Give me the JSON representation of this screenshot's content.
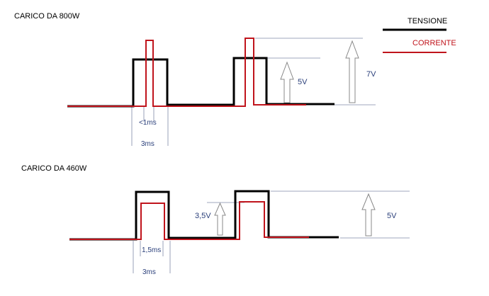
{
  "legend": {
    "voltage_label": "TENSIONE",
    "current_label": "CORRENTE",
    "voltage_color": "#000000",
    "current_color": "#c0141c"
  },
  "panel_top": {
    "title": "CARICO DA 800W",
    "pulse_width_label": "<1ms",
    "period_label": "3ms",
    "voltage_step_label": "5V",
    "current_step_label": "7V"
  },
  "panel_bottom": {
    "title": "CARICO DA 460W",
    "pulse_width_label": "1,5ms",
    "period_label": "3ms",
    "current_step_label": "3,5V",
    "voltage_step_label": "5V"
  },
  "colors": {
    "annotation": "#2a3f7a",
    "guide": "#7f8aa8",
    "arrow": "#888888"
  }
}
